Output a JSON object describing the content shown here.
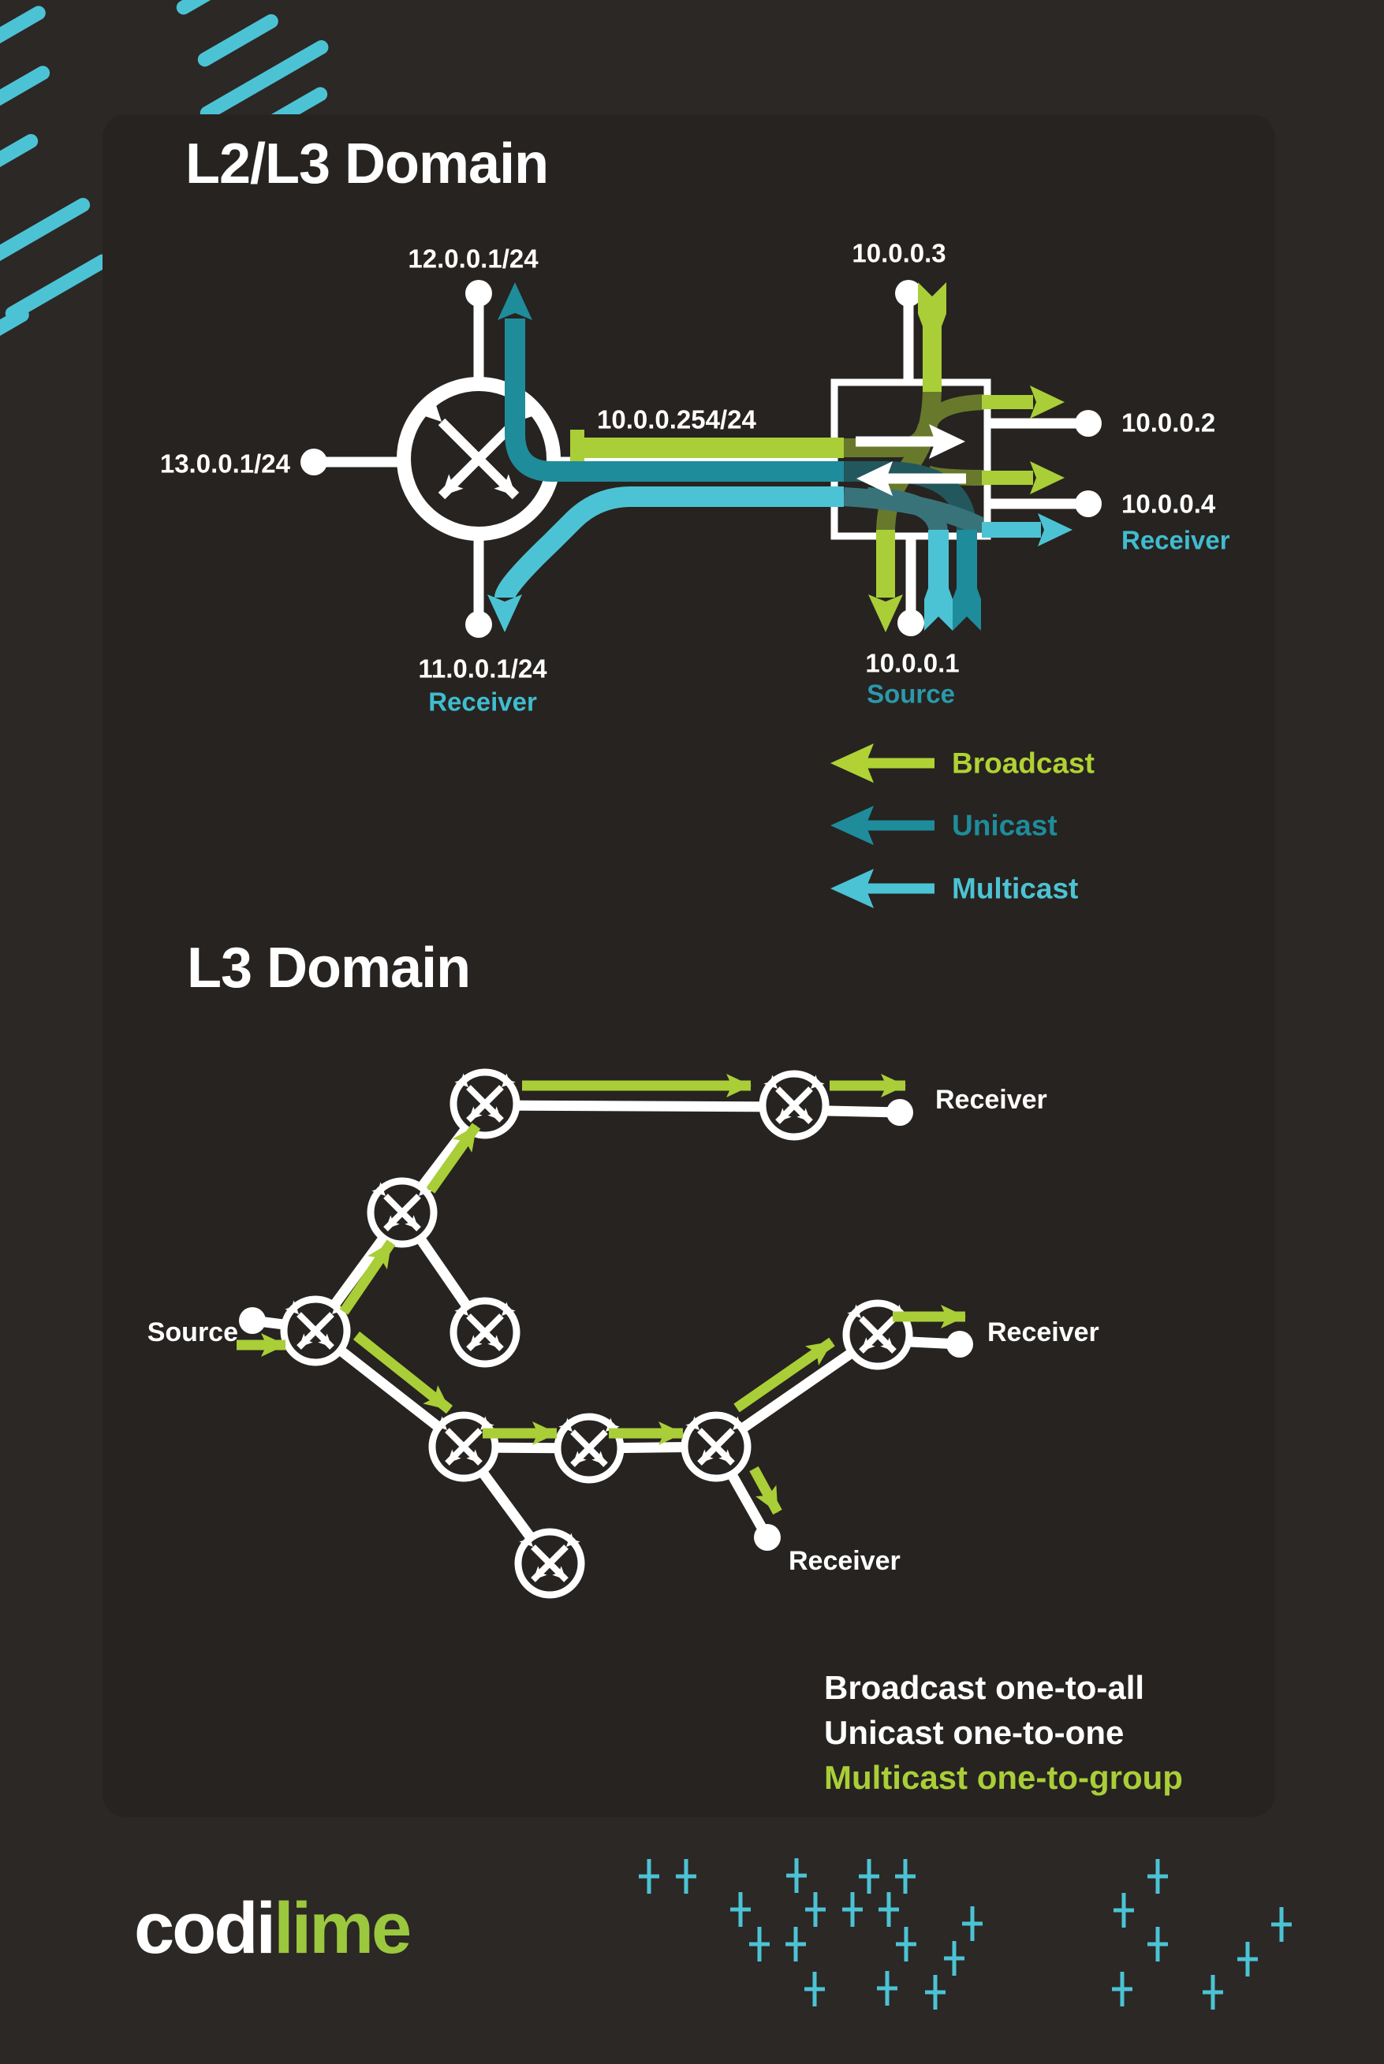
{
  "colors": {
    "background": "#2b2826",
    "card": "#272320",
    "white": "#ffffff",
    "broadcast_green": "#a9ce38",
    "unicast_teal": "#1e8c9a",
    "multicast_teal": "#4cc3d4",
    "receiver_text_teal": "#3fbdcf",
    "source_text_teal": "#2b99ab",
    "logo_lime_green": "#9bc83d"
  },
  "l2_section": {
    "title": "L2/L3 Domain",
    "labels": {
      "ip12": "12.0.0.1/24",
      "ip13": "13.0.0.1/24",
      "ip11": "11.0.0.1/24",
      "receiver11": "Receiver",
      "gateway": "10.0.0.254/24",
      "ip3": "10.0.0.3",
      "ip2": "10.0.0.2",
      "ip4": "10.0.0.4",
      "receiver4": "Receiver",
      "ip1": "10.0.0.1",
      "source1": "Source"
    }
  },
  "legend": {
    "items": [
      {
        "label": "Broadcast",
        "color": "#b0d235"
      },
      {
        "label": "Unicast",
        "color": "#1e8c9a"
      },
      {
        "label": "Multicast",
        "color": "#4cc3d4"
      }
    ]
  },
  "l3_section": {
    "title": "L3 Domain",
    "source_label": "Source",
    "receiver1": "Receiver",
    "receiver2": "Receiver",
    "receiver3": "Receiver"
  },
  "summary": {
    "line1": "Broadcast one-to-all",
    "line2": "Unicast one-to-one",
    "line3": "Multicast one-to-group"
  },
  "footer": {
    "logo_part1": "codi",
    "logo_part2": "lime"
  }
}
